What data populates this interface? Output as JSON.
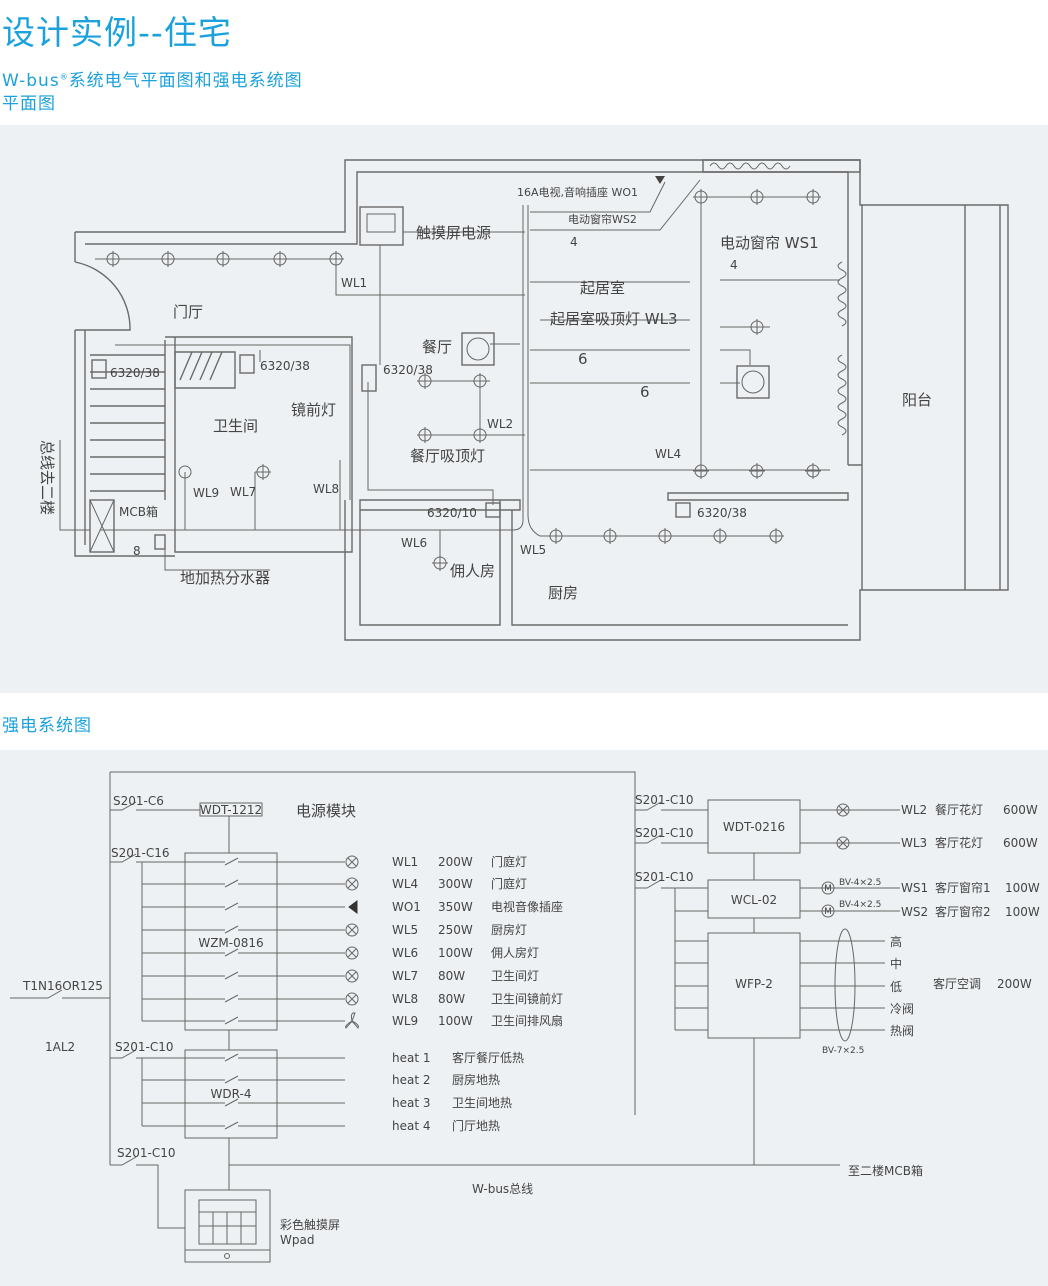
{
  "header": {
    "title": "设计实例--住宅",
    "subtitle_brand": "W-bus",
    "subtitle_reg": "®",
    "subtitle_rest": "系统电气平面图和强电系统图",
    "section_plan": "平面图",
    "section_system": "强电系统图"
  },
  "colors": {
    "accent": "#1ba1dc",
    "panel_bg": "#eef1f3",
    "line": "#666666"
  },
  "plan": {
    "rooms": {
      "foyer": "门厅",
      "bathroom": "卫生间",
      "living": "起居室",
      "dining": "餐厅",
      "kitchen": "厨房",
      "maid_room": "佣人房",
      "balcony": "阳台"
    },
    "labels": {
      "mirror_light": "镜前灯",
      "touch_power": "触摸屏电源",
      "tv_socket": "16A电视,音响插座  WO1",
      "curtain_ws2": "电动窗帘WS2",
      "curtain_ws1": "电动窗帘   WS1",
      "living_ceiling": "起居室吸顶灯 WL3",
      "dining_ceiling": "餐厅吸顶灯",
      "mcb": "MCB箱",
      "floor_heat": "地加热分水器",
      "bus_upstairs": "总线去二楼",
      "ws2_count": "4",
      "ws1_count": "4",
      "wl3_count_a": "6",
      "wl3_count_b": "6",
      "mcb_count": "8"
    },
    "modules": {
      "m1": "6320/38",
      "m2": "6320/38",
      "m3": "6320/38",
      "m4": "6320/10",
      "m5": "6320/38"
    },
    "circuits": {
      "wl1": "WL1",
      "wl2": "WL2",
      "wl4": "WL4",
      "wl5": "WL5",
      "wl6": "WL6",
      "wl7": "WL7",
      "wl8": "WL8",
      "wl9": "WL9"
    }
  },
  "system": {
    "incoming_breaker": "T1N16OR125",
    "panel_id": "1AL2",
    "breakers": {
      "b1": "S201-C6",
      "b2": "S201-C16",
      "b3": "S201-C10",
      "b4": "S201-C10",
      "b5": "S201-C10",
      "b6": "S201-C10",
      "b7": "S201-C10"
    },
    "modules": {
      "wdt1212": "WDT-1212",
      "power_module": "电源模块",
      "wzm": "WZM-0816",
      "wdr": "WDR-4",
      "wdt0216": "WDT-0216",
      "wcl": "WCL-02",
      "wfp": "WFP-2"
    },
    "wzm_circuits": [
      {
        "id": "WL1",
        "power": "200W",
        "desc": "门庭灯",
        "symbol": "lamp"
      },
      {
        "id": "WL4",
        "power": "300W",
        "desc": "门庭灯",
        "symbol": "lamp"
      },
      {
        "id": "WO1",
        "power": "350W",
        "desc": "电视音像插座",
        "symbol": "socket"
      },
      {
        "id": "WL5",
        "power": "250W",
        "desc": "厨房灯",
        "symbol": "lamp"
      },
      {
        "id": "WL6",
        "power": "100W",
        "desc": "佣人房灯",
        "symbol": "lamp"
      },
      {
        "id": "WL7",
        "power": "80W",
        "desc": "卫生间灯",
        "symbol": "lamp"
      },
      {
        "id": "WL8",
        "power": "80W",
        "desc": "卫生间镜前灯",
        "symbol": "lamp"
      },
      {
        "id": "WL9",
        "power": "100W",
        "desc": "卫生间排风扇",
        "symbol": "fan"
      }
    ],
    "heat_circuits": [
      {
        "id": "heat 1",
        "desc": "客厅餐厅低热"
      },
      {
        "id": "heat 2",
        "desc": "厨房地热"
      },
      {
        "id": "heat 3",
        "desc": "卫生间地热"
      },
      {
        "id": "heat 4",
        "desc": "门厅地热"
      }
    ],
    "dimmer_circuits": [
      {
        "id": "WL2",
        "desc": "餐厅花灯",
        "power": "600W"
      },
      {
        "id": "WL3",
        "desc": "客厅花灯",
        "power": "600W"
      }
    ],
    "curtain_circuits": [
      {
        "id": "WS1",
        "desc": "客厅窗帘1",
        "power": "100W",
        "cable": "BV-4×2.5",
        "motor": "M"
      },
      {
        "id": "WS2",
        "desc": "客厅窗帘2",
        "power": "100W",
        "cable": "BV-4×2.5",
        "motor": "M"
      }
    ],
    "fan_coil": {
      "outputs": [
        "高",
        "中",
        "低",
        "冷阀",
        "热阀"
      ],
      "desc": "客厅空调",
      "power": "200W",
      "cable": "BV-7×2.5"
    },
    "wpad": {
      "label": "彩色触摸屏",
      "name": "Wpad"
    },
    "bus_label": "W-bus总线",
    "to_upstairs": "至二楼MCB箱"
  }
}
